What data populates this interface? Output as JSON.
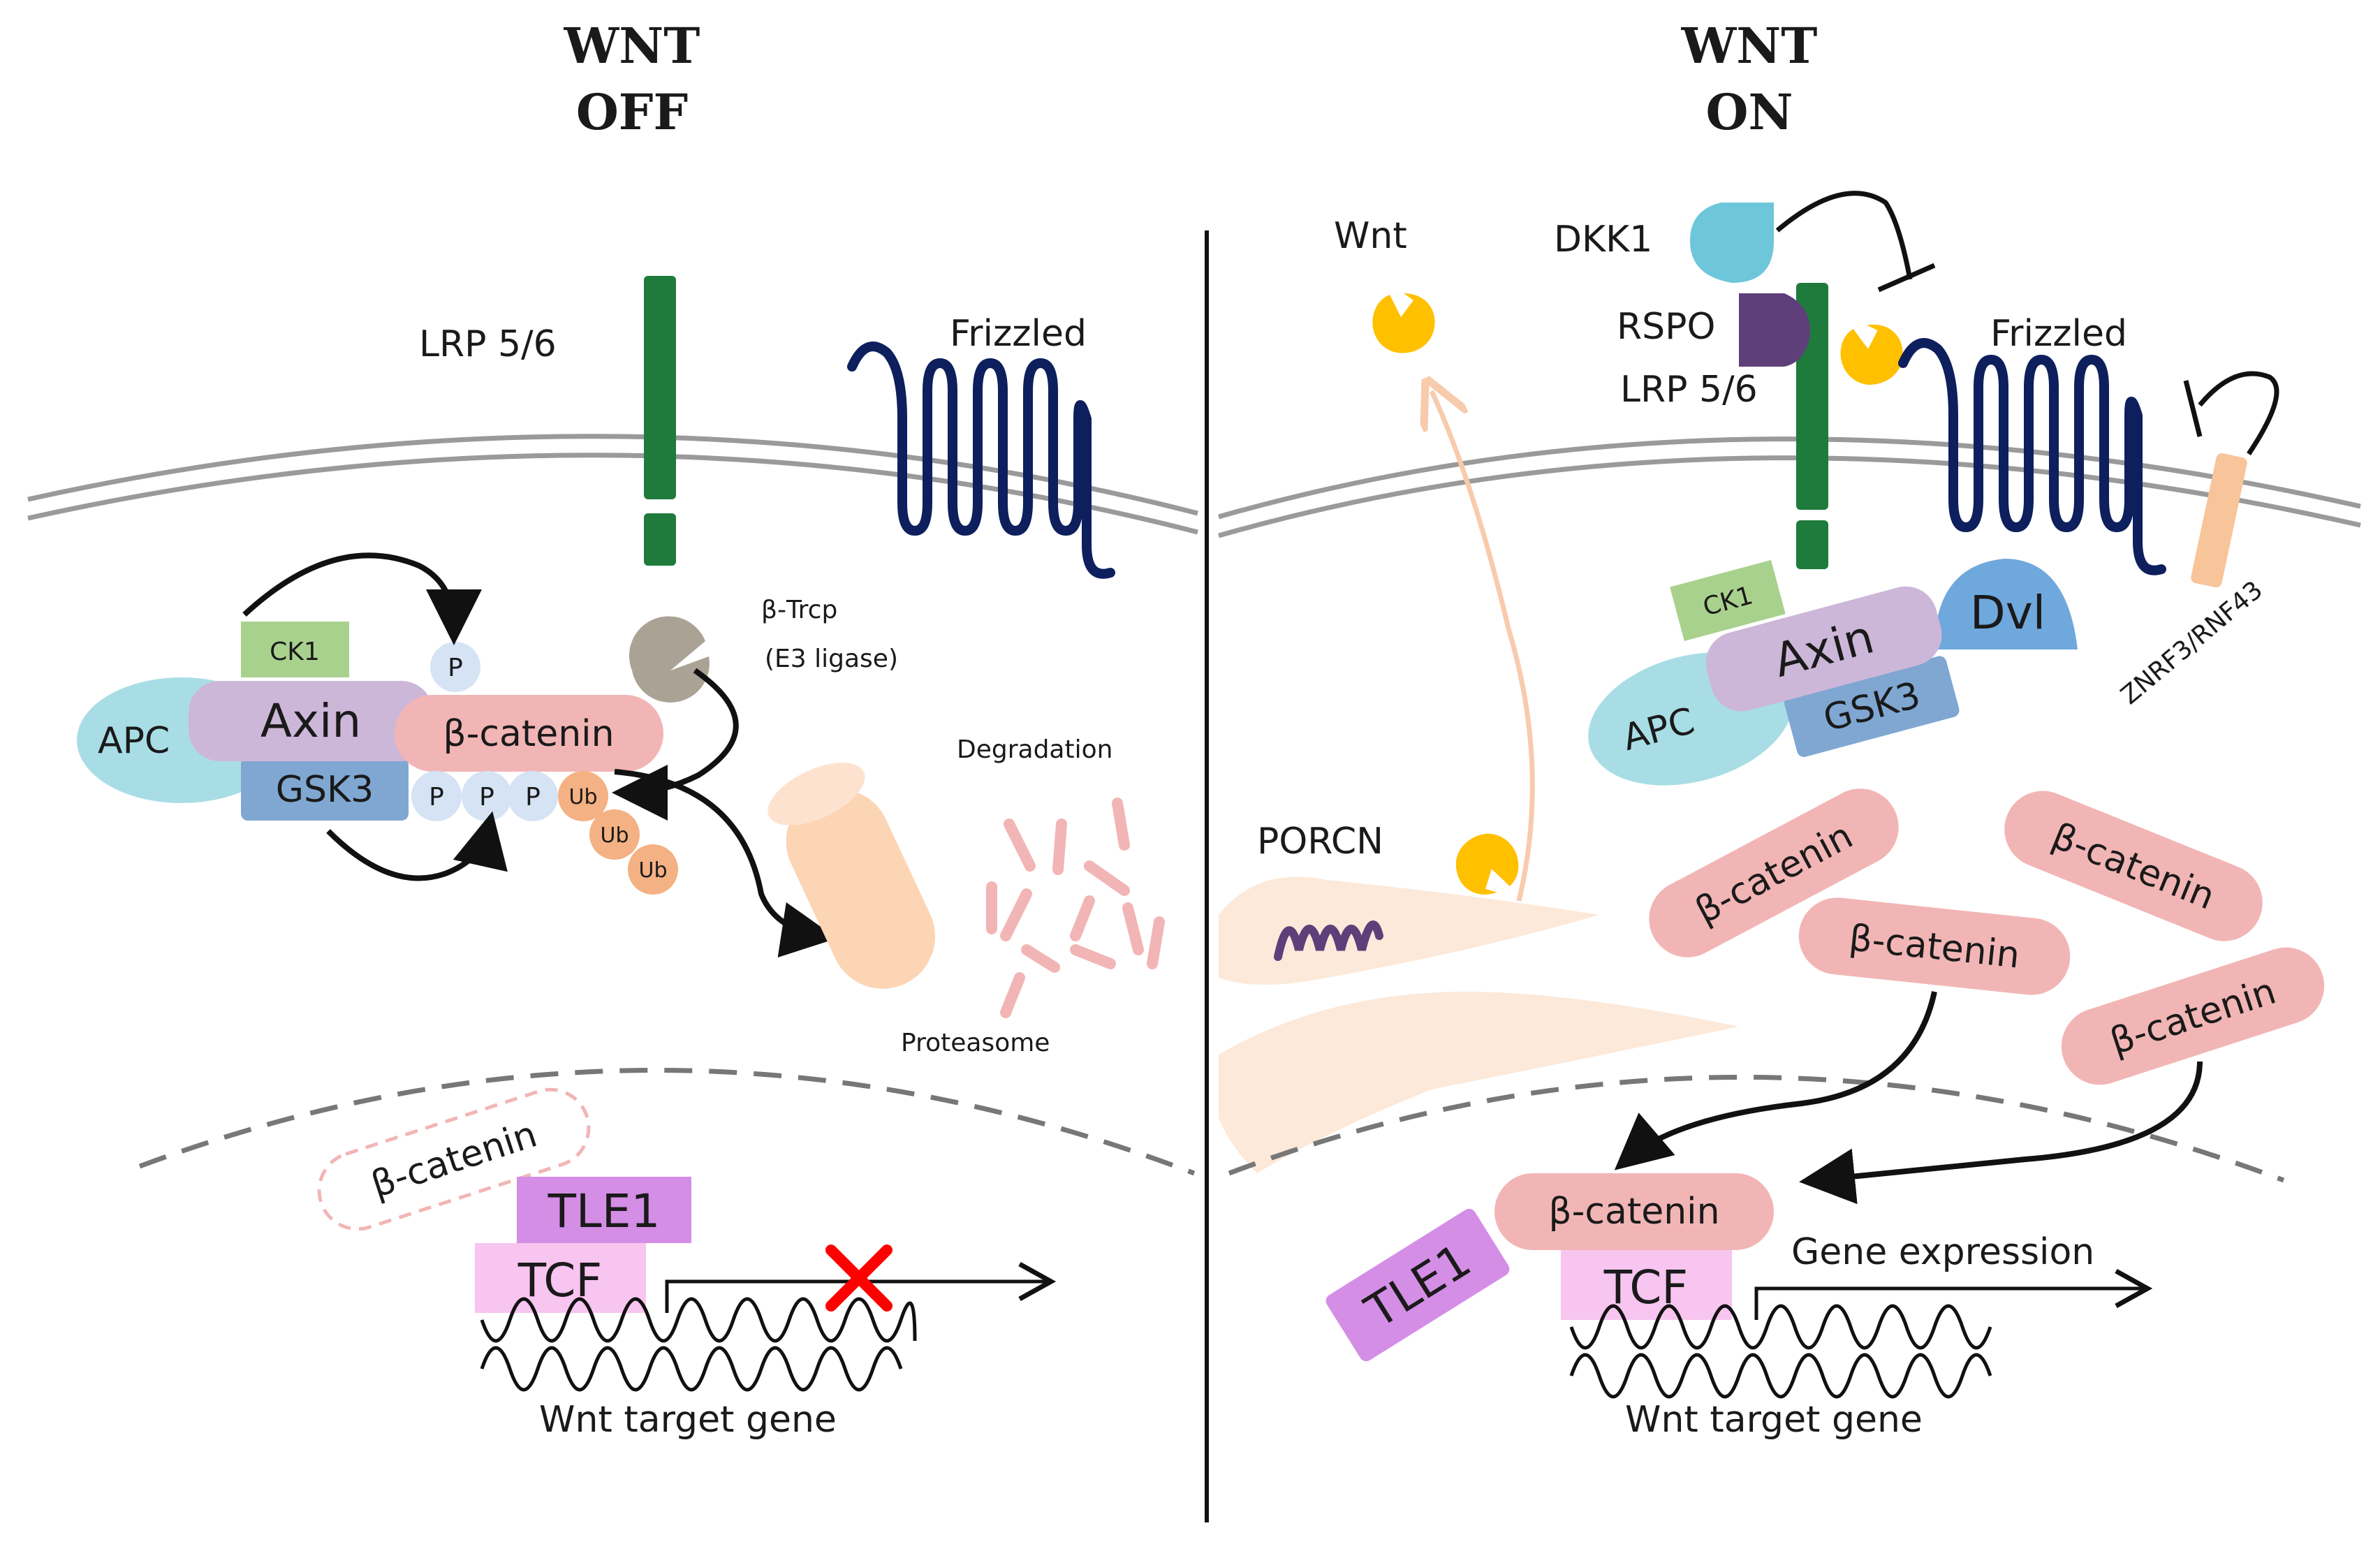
{
  "left": {
    "title_line1": "WNT",
    "title_line2": "OFF",
    "lrp": "LRP 5/6",
    "frizzled": "Frizzled",
    "ck1": "CK1",
    "apc": "APC",
    "axin": "Axin",
    "gsk3": "GSK3",
    "p": "P",
    "ub": "Ub",
    "beta_catenin": "β-catenin",
    "btrcp_line1": "β-Trcp",
    "btrcp_line2": "(E3 ligase)",
    "degradation": "Degradation",
    "proteasome": "Proteasome",
    "nuclear_beta_catenin": "β-catenin",
    "tle1": "TLE1",
    "tcf": "TCF",
    "target_gene": "Wnt target gene"
  },
  "right": {
    "title_line1": "WNT",
    "title_line2": "ON",
    "wnt": "Wnt",
    "dkk1": "DKK1",
    "rspo": "RSPO",
    "lrp": "LRP 5/6",
    "frizzled": "Frizzled",
    "ck1": "CK1",
    "axin": "Axin",
    "apc": "APC",
    "gsk3": "GSK3",
    "dvl": "Dvl",
    "znrf3": "ZNRF3/RNF43",
    "porcn": "PORCN",
    "beta_catenin": "β-catenin",
    "tle1": "TLE1",
    "tcf": "TCF",
    "gene_expression": "Gene expression",
    "target_gene": "Wnt target gene"
  },
  "colors": {
    "lrp": "#1e7b3c",
    "frizzled": "#0d1f5c",
    "axin": "#cdb7d9",
    "apc": "#a9dde6",
    "gsk3": "#7fa7d2",
    "ck1": "#a9d18e",
    "beta_catenin": "#f2b5b5",
    "p": "#d5e3f5",
    "ub": "#f4b183",
    "tle1": "#d48ee6",
    "tcf": "#f7c5ef",
    "wnt": "#ffc000",
    "dkk1": "#6ec6db",
    "rspo": "#5e3f7a",
    "dvl": "#6fa8dc",
    "znrf3": "#f8c49a",
    "proteasome": "#fcd5b5",
    "btrcp": "#aaa294",
    "inhibit_x": "#ff0000"
  }
}
